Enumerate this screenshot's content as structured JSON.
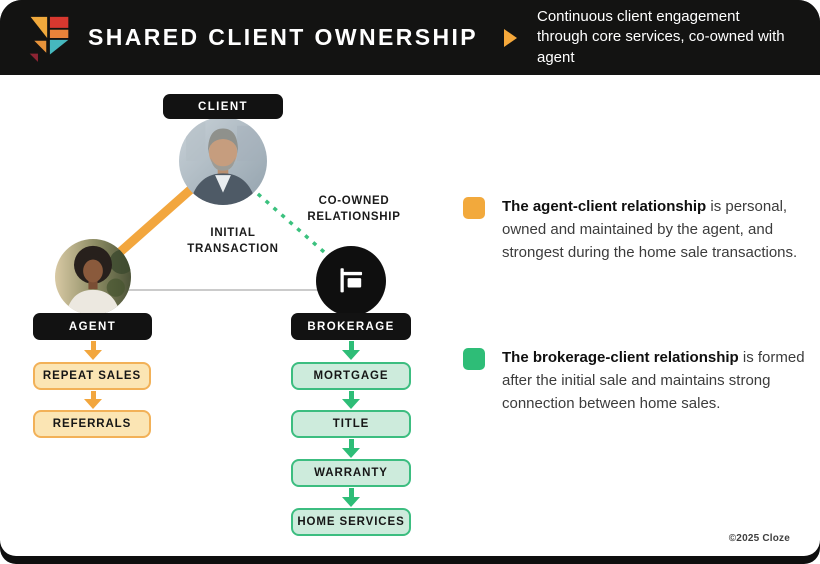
{
  "header": {
    "logo_icon": "cloze-logo",
    "title": "SHARED CLIENT OWNERSHIP",
    "separator_icon": "right-triangle-icon",
    "tagline": "Continuous client engagement through core services, co-owned with agent",
    "accent_color": "#F5A83B",
    "background_color": "#131312"
  },
  "diagram": {
    "nodes": {
      "client": "CLIENT",
      "agent": "AGENT",
      "brokerage": "BROKERAGE"
    },
    "edges": {
      "initial_transaction": "INITIAL TRANSACTION",
      "co_owned": "CO-OWNED RELATIONSHIP"
    },
    "agent_chain": [
      "REPEAT SALES",
      "REFERRALS"
    ],
    "brokerage_chain": [
      "MORTGAGE",
      "TITLE",
      "WARRANTY",
      "HOME SERVICES"
    ],
    "icons": {
      "brokerage": "for-sale-sign-icon",
      "client_avatar": "man-portrait-photo",
      "agent_avatar": "woman-portrait-photo"
    },
    "colors": {
      "agent_accent": "#F2A63E",
      "agent_fill": "#FBE5B4",
      "brokerage_accent": "#2EBD77",
      "brokerage_fill": "#CDEBDC",
      "connector_gray": "#CBCBCB",
      "node_black": "#121212"
    }
  },
  "notes": [
    {
      "color": "#F2A93C",
      "bold": "The agent-client relationship",
      "rest": " is personal, owned and maintained by the agent, and strongest during the home sale transactions."
    },
    {
      "color": "#2EBD77",
      "bold": "The brokerage-client relationship",
      "rest": " is formed after the initial sale and maintains strong connection between home sales."
    }
  ],
  "footer": {
    "copyright": "©2025 Cloze"
  }
}
